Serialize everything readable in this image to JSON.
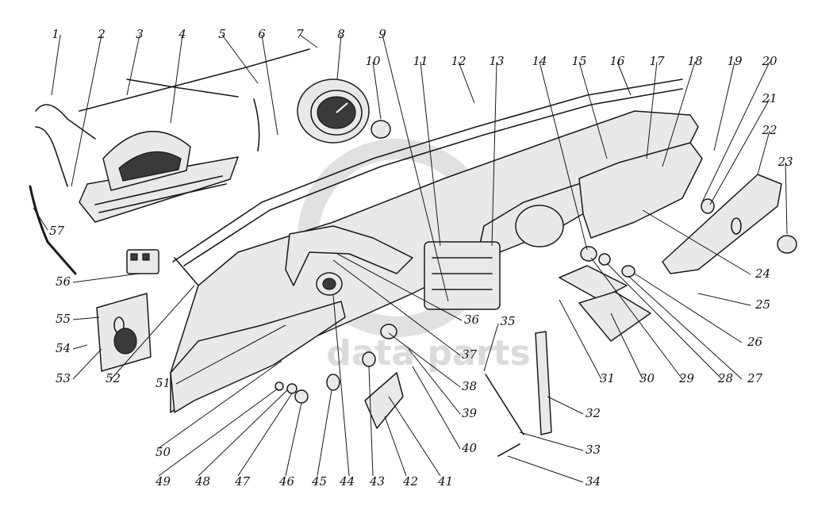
{
  "watermark": {
    "emblem_letters": "GD",
    "text": "data parts"
  },
  "callouts": [
    {
      "id": "1",
      "label": "1"
    },
    {
      "id": "2",
      "label": "2"
    },
    {
      "id": "3",
      "label": "3"
    },
    {
      "id": "4",
      "label": "4"
    },
    {
      "id": "5",
      "label": "5"
    },
    {
      "id": "6",
      "label": "6"
    },
    {
      "id": "7",
      "label": "7"
    },
    {
      "id": "8",
      "label": "8"
    },
    {
      "id": "9",
      "label": "9"
    },
    {
      "id": "10",
      "label": "10"
    },
    {
      "id": "11",
      "label": "11"
    },
    {
      "id": "12",
      "label": "12"
    },
    {
      "id": "13",
      "label": "13"
    },
    {
      "id": "14",
      "label": "14"
    },
    {
      "id": "15",
      "label": "15"
    },
    {
      "id": "16",
      "label": "16"
    },
    {
      "id": "17",
      "label": "17"
    },
    {
      "id": "18",
      "label": "18"
    },
    {
      "id": "19",
      "label": "19"
    },
    {
      "id": "20",
      "label": "20"
    },
    {
      "id": "21",
      "label": "21"
    },
    {
      "id": "22",
      "label": "22"
    },
    {
      "id": "23",
      "label": "23"
    },
    {
      "id": "24",
      "label": "24"
    },
    {
      "id": "25",
      "label": "25"
    },
    {
      "id": "26",
      "label": "26"
    },
    {
      "id": "27",
      "label": "27"
    },
    {
      "id": "28",
      "label": "28"
    },
    {
      "id": "29",
      "label": "29"
    },
    {
      "id": "30",
      "label": "30"
    },
    {
      "id": "31",
      "label": "31"
    },
    {
      "id": "32",
      "label": "32"
    },
    {
      "id": "33",
      "label": "33"
    },
    {
      "id": "34",
      "label": "34"
    },
    {
      "id": "35",
      "label": "35"
    },
    {
      "id": "36",
      "label": "36"
    },
    {
      "id": "37",
      "label": "37"
    },
    {
      "id": "38",
      "label": "38"
    },
    {
      "id": "39",
      "label": "39"
    },
    {
      "id": "40",
      "label": "40"
    },
    {
      "id": "41",
      "label": "41"
    },
    {
      "id": "42",
      "label": "42"
    },
    {
      "id": "43",
      "label": "43"
    },
    {
      "id": "44",
      "label": "44"
    },
    {
      "id": "45",
      "label": "45"
    },
    {
      "id": "46",
      "label": "46"
    },
    {
      "id": "47",
      "label": "47"
    },
    {
      "id": "48",
      "label": "48"
    },
    {
      "id": "49",
      "label": "49"
    },
    {
      "id": "50",
      "label": "50"
    },
    {
      "id": "51",
      "label": "51"
    },
    {
      "id": "52",
      "label": "52"
    },
    {
      "id": "53",
      "label": "53"
    },
    {
      "id": "54",
      "label": "54"
    },
    {
      "id": "55",
      "label": "55"
    },
    {
      "id": "56",
      "label": "56"
    },
    {
      "id": "57",
      "label": "57"
    }
  ]
}
